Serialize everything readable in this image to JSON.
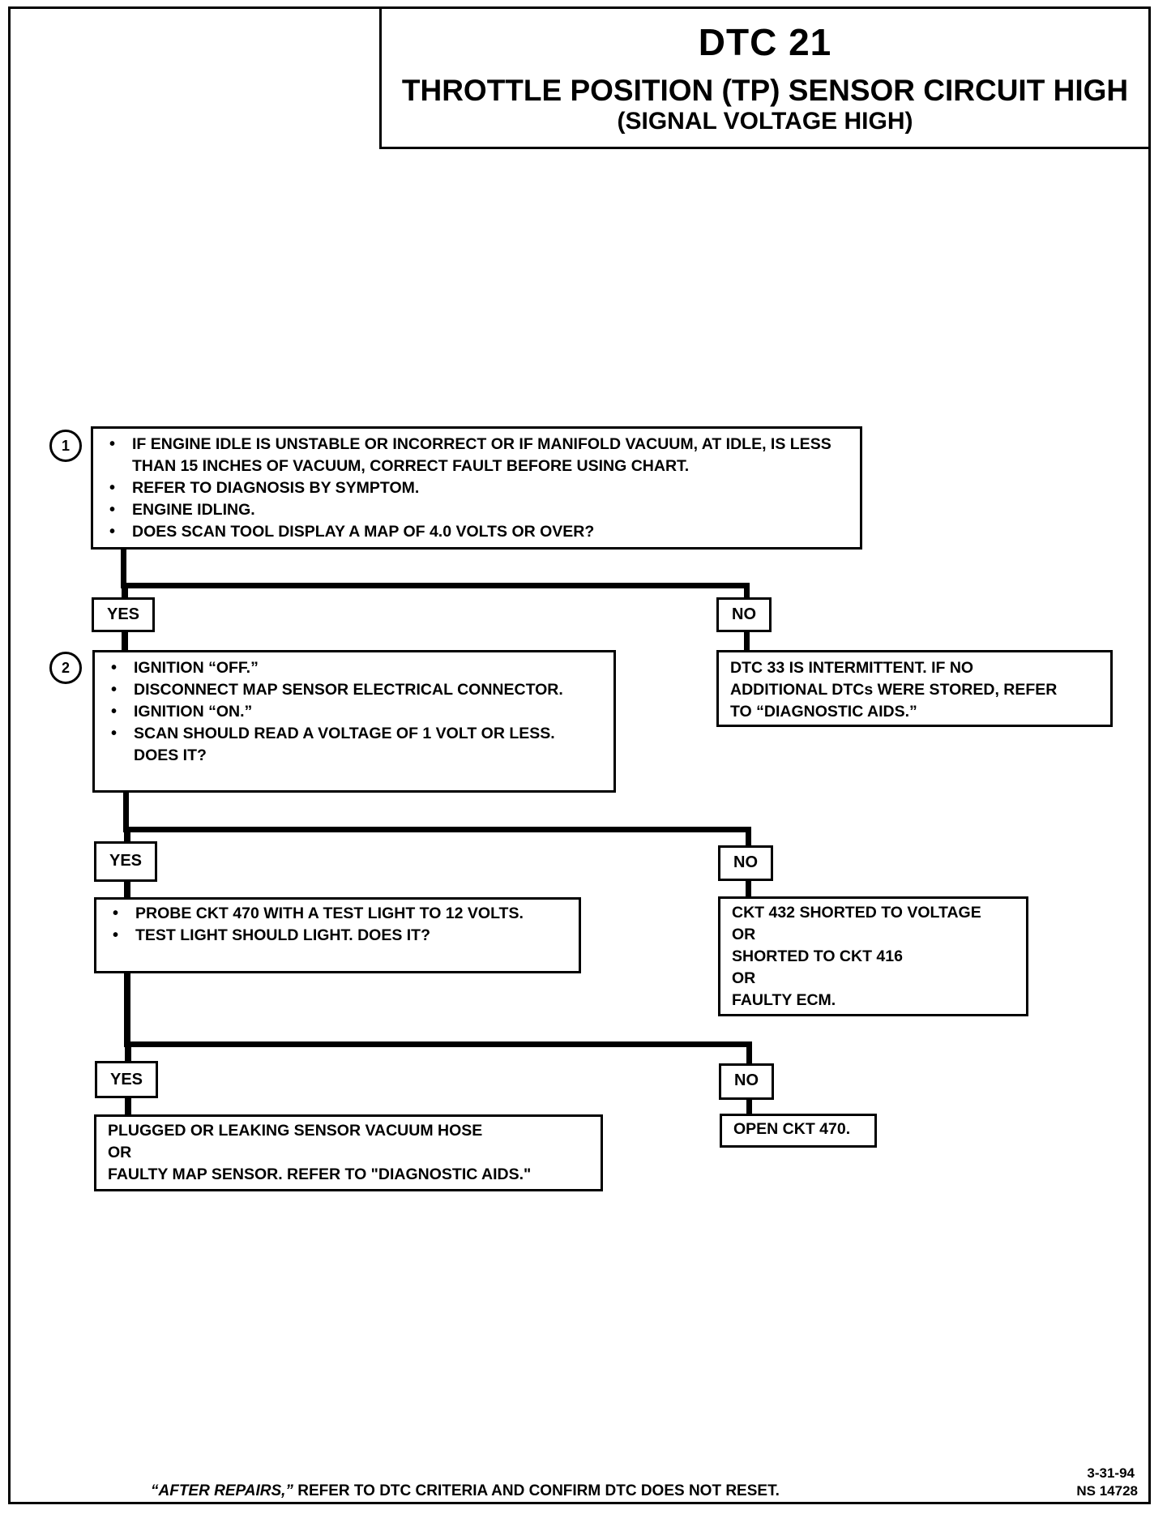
{
  "header": {
    "code": "DTC 21",
    "title": "THROTTLE POSITION (TP) SENSOR CIRCUIT HIGH",
    "subtitle": "(SIGNAL VOLTAGE HIGH)"
  },
  "steps": {
    "step1": {
      "number": "1",
      "bullets": [
        "IF ENGINE IDLE IS UNSTABLE OR INCORRECT OR IF MANIFOLD VACUUM, AT IDLE, IS LESS THAN 15 INCHES OF VACUUM, CORRECT FAULT BEFORE USING CHART.",
        "REFER TO DIAGNOSIS BY SYMPTOM.",
        "ENGINE IDLING.",
        "DOES SCAN TOOL DISPLAY A MAP OF 4.0 VOLTS OR OVER?"
      ]
    },
    "step2": {
      "number": "2",
      "bullets": [
        "IGNITION “OFF.”",
        "DISCONNECT MAP SENSOR ELECTRICAL CONNECTOR.",
        "IGNITION “ON.”",
        "SCAN SHOULD READ A VOLTAGE OF 1 VOLT OR LESS. DOES IT?"
      ]
    },
    "step3": {
      "bullets": [
        "PROBE CKT 470 WITH A TEST LIGHT TO 12  VOLTS.",
        "TEST LIGHT SHOULD LIGHT. DOES IT?"
      ]
    }
  },
  "labels": {
    "yes": "YES",
    "no": "NO"
  },
  "outcomes": {
    "no1": {
      "lines": [
        "DTC 33 IS INTERMITTENT.  IF NO",
        "ADDITIONAL DTCs WERE STORED, REFER",
        "TO “DIAGNOSTIC AIDS.”"
      ]
    },
    "no2": {
      "lines": [
        "CKT 432 SHORTED TO VOLTAGE",
        "OR",
        "SHORTED TO CKT 416",
        "OR",
        "FAULTY ECM."
      ]
    },
    "yes3": {
      "lines": [
        "PLUGGED OR LEAKING SENSOR VACUUM HOSE",
        "OR",
        "FAULTY MAP SENSOR.  REFER TO \"DIAGNOSTIC AIDS.\""
      ]
    },
    "no3": {
      "lines": [
        "OPEN CKT 470."
      ]
    }
  },
  "footer": {
    "note_italic": "“AFTER REPAIRS,”",
    "note_rest": " REFER TO DTC CRITERIA AND CONFIRM DTC DOES NOT RESET.",
    "date": "3-31-94",
    "doc_id": "NS 14728"
  }
}
